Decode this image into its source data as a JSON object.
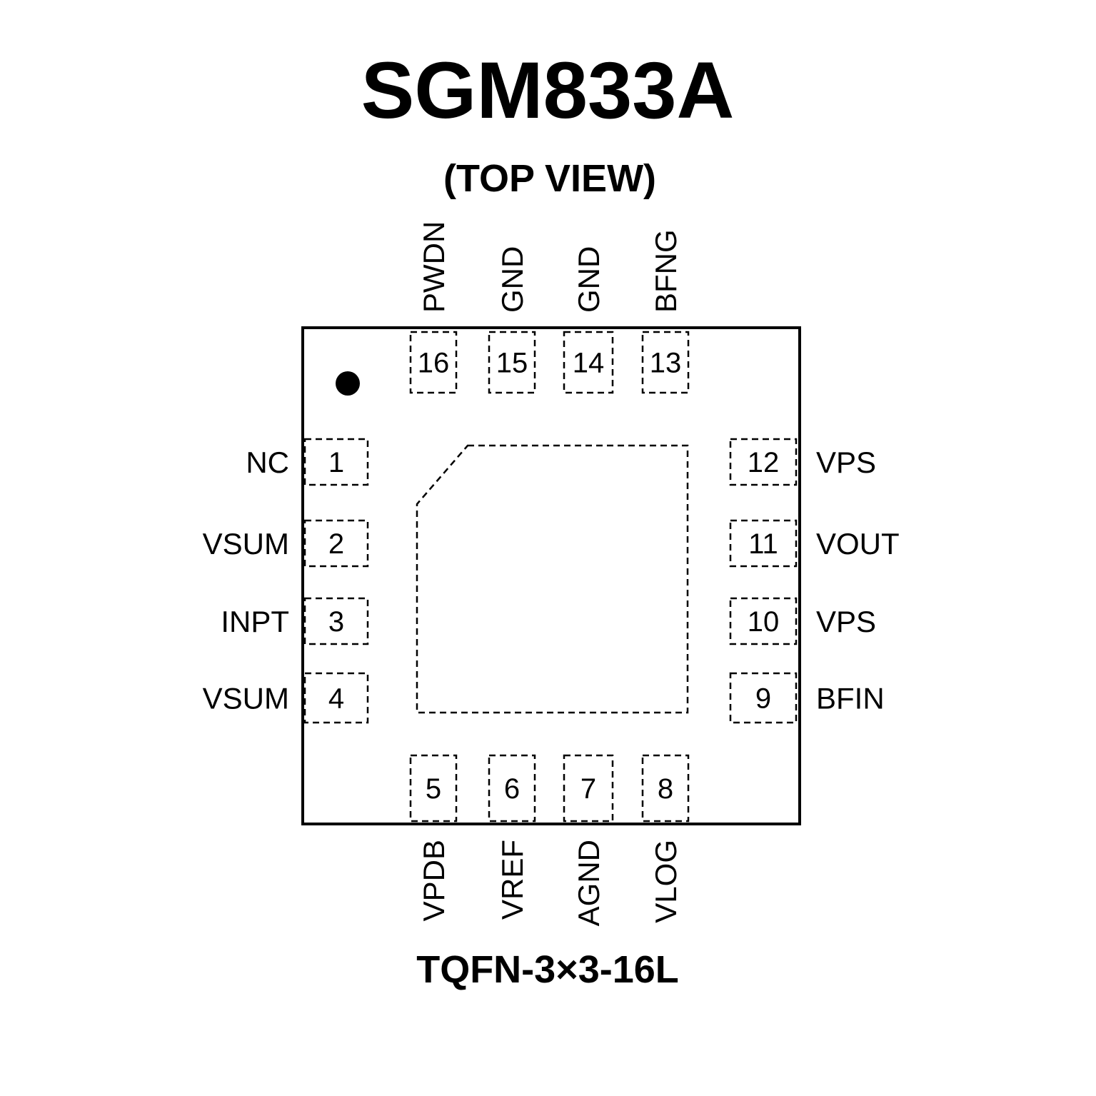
{
  "title": "SGM833A",
  "subtitle": "(TOP VIEW)",
  "package": "TQFN-3×3-16L",
  "pins": {
    "left": [
      {
        "num": "1",
        "name": "NC"
      },
      {
        "num": "2",
        "name": "VSUM"
      },
      {
        "num": "3",
        "name": "INPT"
      },
      {
        "num": "4",
        "name": "VSUM"
      }
    ],
    "bottom": [
      {
        "num": "5",
        "name": "VPDB"
      },
      {
        "num": "6",
        "name": "VREF"
      },
      {
        "num": "7",
        "name": "AGND"
      },
      {
        "num": "8",
        "name": "VLOG"
      }
    ],
    "right": [
      {
        "num": "12",
        "name": "VPS"
      },
      {
        "num": "11",
        "name": "VOUT"
      },
      {
        "num": "10",
        "name": "VPS"
      },
      {
        "num": "9",
        "name": "BFIN"
      }
    ],
    "top": [
      {
        "num": "16",
        "name": "PWDN"
      },
      {
        "num": "15",
        "name": "GND"
      },
      {
        "num": "14",
        "name": "GND"
      },
      {
        "num": "13",
        "name": "BFNG"
      }
    ]
  }
}
